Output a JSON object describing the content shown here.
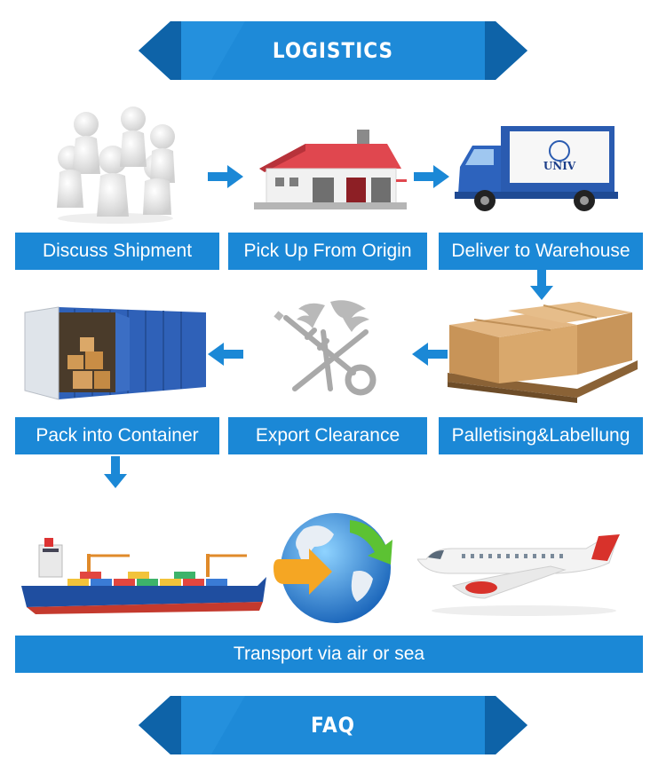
{
  "banners": {
    "top": "LOGISTICS",
    "bottom": "FAQ"
  },
  "steps": [
    {
      "label": "Discuss Shipment",
      "icon": "people-group-icon"
    },
    {
      "label": "Pick Up From Origin",
      "icon": "warehouse-icon"
    },
    {
      "label": "Deliver to Warehouse",
      "icon": "delivery-van-icon"
    },
    {
      "label": "Palletising&Labellung",
      "icon": "pallet-boxes-icon"
    },
    {
      "label": "Export Clearance",
      "icon": "customs-keys-icon"
    },
    {
      "label": "Pack into Container",
      "icon": "shipping-container-icon"
    }
  ],
  "van_logo": "UNIV",
  "transport": {
    "label": "Transport via air or sea",
    "icons": [
      "cargo-ship-icon",
      "globe-arrows-icon",
      "airplane-icon"
    ]
  },
  "colors": {
    "accent": "#1b88d6",
    "banner": "#1e8ad8",
    "banner_dark": "#0e63a8"
  }
}
